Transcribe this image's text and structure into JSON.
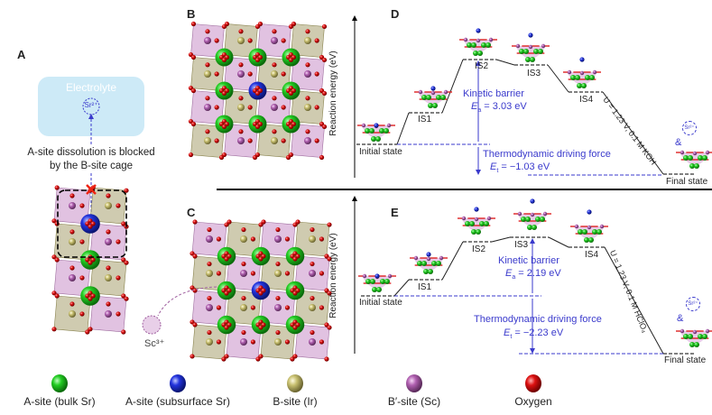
{
  "panels": {
    "A": {
      "label": "A",
      "electrolyte": "Electrolyte",
      "ion": "Sr²⁺",
      "caption_line1": "A-site dissolution is blocked",
      "caption_line2": "by the B-site cage"
    },
    "B": {
      "label": "B"
    },
    "C": {
      "label": "C",
      "ion": "Sc³⁺"
    },
    "D": {
      "label": "D",
      "ylabel": "Reaction energy (eV)",
      "states": [
        "Initial state",
        "IS1",
        "IS2",
        "IS3",
        "IS4",
        "Final state"
      ],
      "kinetic_label": "Kinetic barrier",
      "Ea_symbol": "E",
      "Ea_sub": "a",
      "Ea_value": " = 3.03 eV",
      "thermo_label": "Thermodynamic driving force",
      "Et_symbol": "E",
      "Et_sub": "t",
      "Et_value": " = −1.03 eV",
      "condition": "U = 1.23 V, 0.1 M KOH",
      "product_amp": "&",
      "product_ion": "Sr²⁺"
    },
    "E": {
      "label": "E",
      "ylabel": "Reaction energy (eV)",
      "states": [
        "Initial state",
        "IS1",
        "IS2",
        "IS3",
        "IS4",
        "Final state"
      ],
      "kinetic_label": "Kinetic barrier",
      "Ea_symbol": "E",
      "Ea_sub": "a",
      "Ea_value": " = 2.19 eV",
      "thermo_label": "Thermodynamic driving force",
      "Et_symbol": "E",
      "Et_sub": "t",
      "Et_value": " = −2.23 eV",
      "condition": "U = 1.23 V, 0.1 M HClO₄",
      "product_amp": "&",
      "product_ion": "Sr²⁺"
    }
  },
  "legend": [
    {
      "label": "A-site (bulk Sr)",
      "color": "#22cc22"
    },
    {
      "label": "A-site (subsurface Sr)",
      "color": "#2233dd"
    },
    {
      "label": "B-site (Ir)",
      "color": "#c8c070"
    },
    {
      "label": "B′-site (Sc)",
      "color": "#b060b0"
    },
    {
      "label": "Oxygen",
      "color": "#dd1111"
    }
  ],
  "colors": {
    "annotation_blue": "#3a3acc",
    "electrolyte_bg": "#cdeaf7"
  }
}
